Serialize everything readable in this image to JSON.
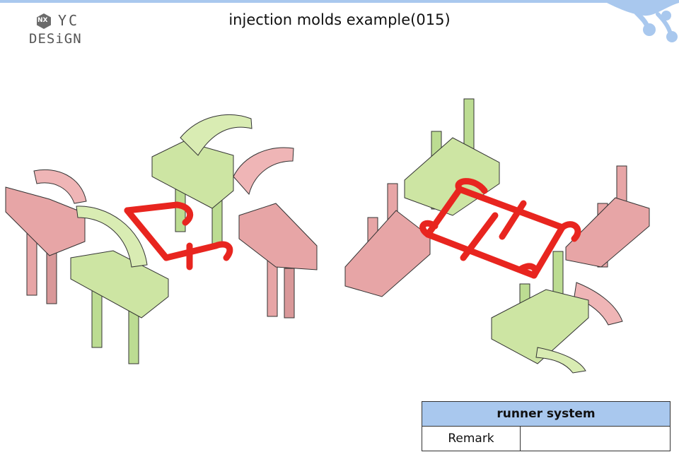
{
  "header": {
    "logo": {
      "badge_text": "NX",
      "brand_top": "YC",
      "brand_bottom": "DESiGN"
    },
    "title": "injection molds example(015)"
  },
  "remark_table": {
    "heading": "runner system",
    "row_label": "Remark",
    "row_value": ""
  },
  "colors": {
    "accent_bar": "#a9c8ee",
    "runner": "#e8251f",
    "cavity_pink": "#e7a5a6",
    "core_green": "#cde5a3"
  }
}
